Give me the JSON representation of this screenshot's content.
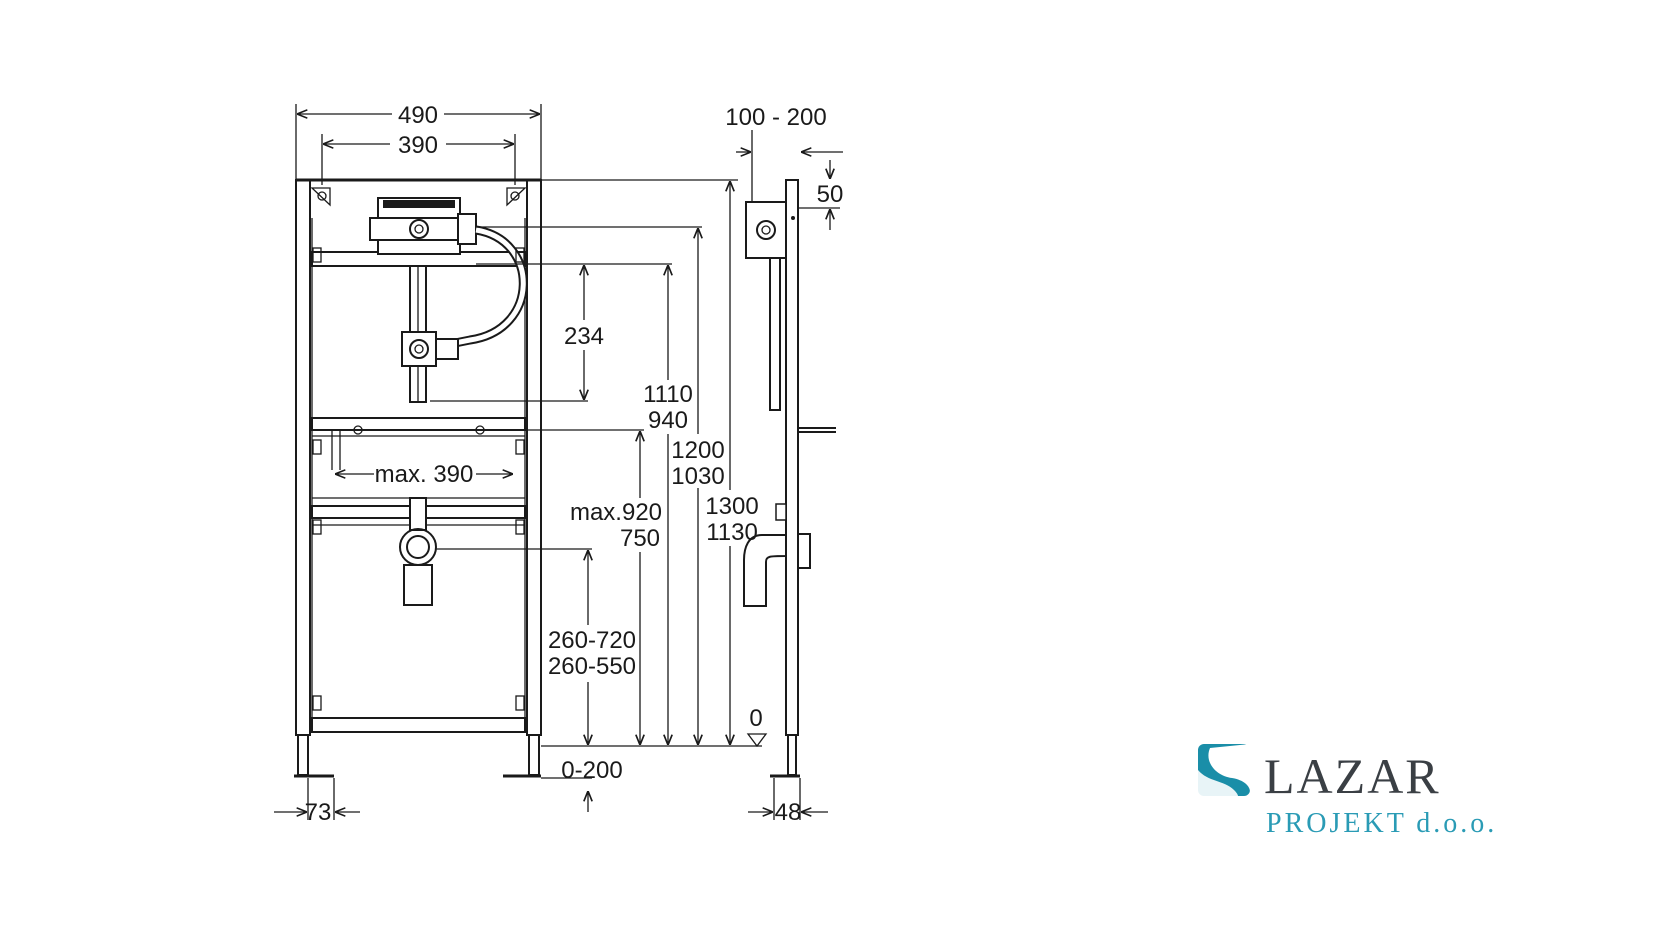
{
  "dimensions": {
    "frame_width": "490",
    "frame_inner": "390",
    "depth_range": "100 - 200",
    "top_offset": "50",
    "valve_spacing": "234",
    "h1110": "1110",
    "h940": "940",
    "h1200": "1200",
    "h1030": "1030",
    "h1300": "1300",
    "h1130": "1130",
    "crossbar_max": "max. 390",
    "max920": "max.920",
    "h750": "750",
    "outlet_range1": "260-720",
    "outlet_range2": "260-550",
    "zero_level": "0",
    "foot_adjust": "0-200",
    "foot_width": "73",
    "foot_depth": "48"
  },
  "logo": {
    "name": "LAZAR",
    "subtitle": "PROJEKT d.o.o.",
    "brand_color": "#1a8ea8",
    "text_color": "#3a3f44"
  }
}
